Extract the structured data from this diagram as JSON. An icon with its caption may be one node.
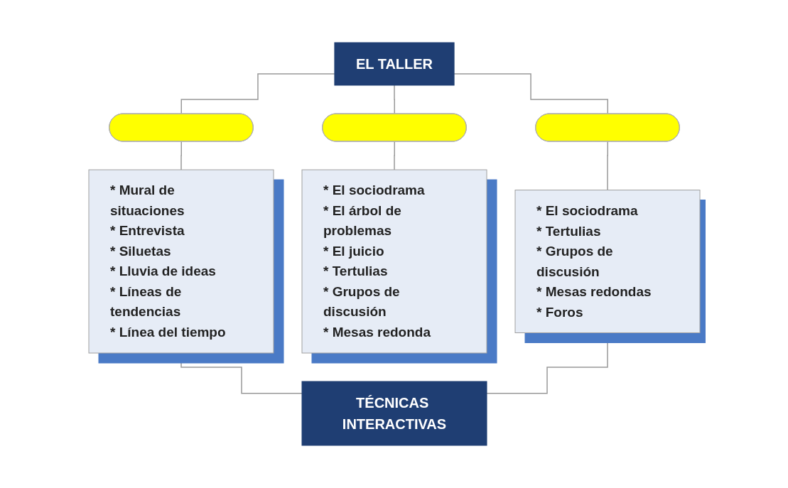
{
  "diagram": {
    "nodes": [
      {
        "text": [
          "EL TALLER"
        ]
      },
      {
        "text": [],
        "shape": "oval"
      },
      {
        "text": [],
        "shape": "oval"
      },
      {
        "text": [],
        "shape": "oval"
      },
      {
        "text": [
          "* Mural de situaciones",
          "* Entrevista",
          "* Siluetas",
          "* Lluvia de ideas",
          "* Líneas de tendencias",
          "* Línea del tiempo"
        ]
      },
      {
        "text": [
          "* El sociodrama",
          "* El árbol de problemas",
          "* El juicio",
          "* Tertulias",
          "* Grupos de discusión",
          "* Mesas redonda"
        ]
      },
      {
        "text": [
          "* El sociodrama",
          "* Tertulias",
          "* Grupos de discusión",
          "* Mesas redondas",
          "* Foros"
        ]
      },
      {
        "text": [
          "TÉCNICAS INTERACTIVAS"
        ]
      }
    ],
    "edges": [
      {
        "from": 0,
        "to": 1,
        "arrow": "none"
      },
      {
        "from": 0,
        "to": 2,
        "arrow": "none"
      },
      {
        "from": 0,
        "to": 3,
        "arrow": "none"
      },
      {
        "from": 1,
        "to": 4,
        "arrow": "none"
      },
      {
        "from": 2,
        "to": 5,
        "arrow": "none"
      },
      {
        "from": 3,
        "to": 6,
        "arrow": "none"
      },
      {
        "from": 4,
        "to": 7,
        "arrow": "none"
      },
      {
        "from": 6,
        "to": 7,
        "arrow": "none"
      }
    ]
  }
}
